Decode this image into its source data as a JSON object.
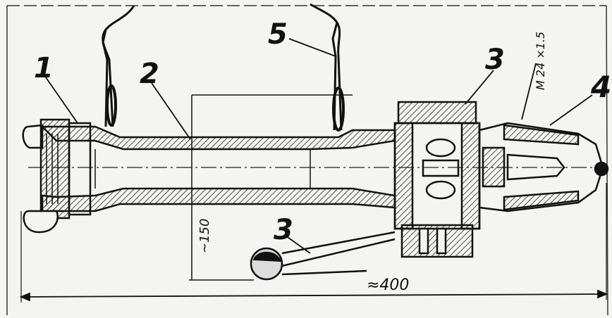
{
  "callouts": {
    "label_1": "1",
    "label_2": "2",
    "label_3_top": "3",
    "label_3_bottom": "3",
    "label_4": "4",
    "label_5": "5"
  },
  "dimensions": {
    "overall_length": "≈400",
    "height": "~150",
    "thread_note": "M 24 ×1.5"
  },
  "colors": {
    "ink": "#111111",
    "paper": "#f4f4f2",
    "hatch": "#222222"
  }
}
